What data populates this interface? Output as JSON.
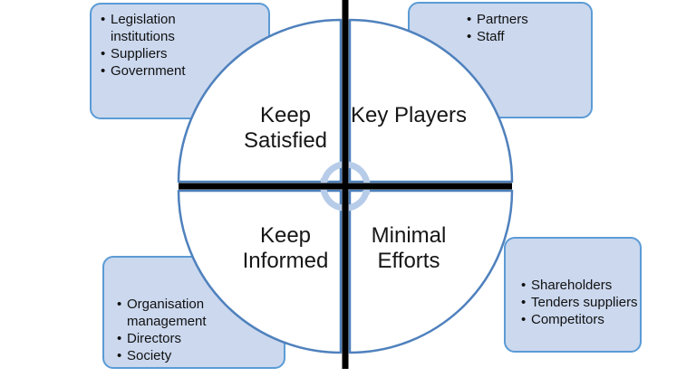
{
  "diagram": {
    "type": "stakeholder-matrix",
    "quadrants": {
      "top_left": {
        "label": "Keep Satisfied"
      },
      "top_right": {
        "label": "Key Players"
      },
      "bottom_left": {
        "label": "Keep Informed"
      },
      "bottom_right": {
        "label": "Minimal Efforts"
      }
    },
    "callouts": {
      "top_left": {
        "items": [
          "Legislation institutions",
          "Suppliers",
          "Government"
        ]
      },
      "top_right": {
        "items": [
          "Partners",
          "Staff"
        ]
      },
      "bottom_left": {
        "items": [
          "Organisation management",
          "Directors",
          "Society"
        ]
      },
      "bottom_right": {
        "items": [
          "Shareholders",
          "Tenders suppliers",
          "Competitors"
        ]
      }
    },
    "center_icon": "cycle-arrows-icon",
    "colors": {
      "background": "#ffffff",
      "callout_fill": "#cbd8ee",
      "callout_border": "#5b9bd5",
      "quadrant_fill": "#ffffff",
      "quadrant_border": "#4f81bd",
      "cross_line": "#000000",
      "cycle_arrow": "#b7cce9",
      "text": "#111111"
    }
  }
}
